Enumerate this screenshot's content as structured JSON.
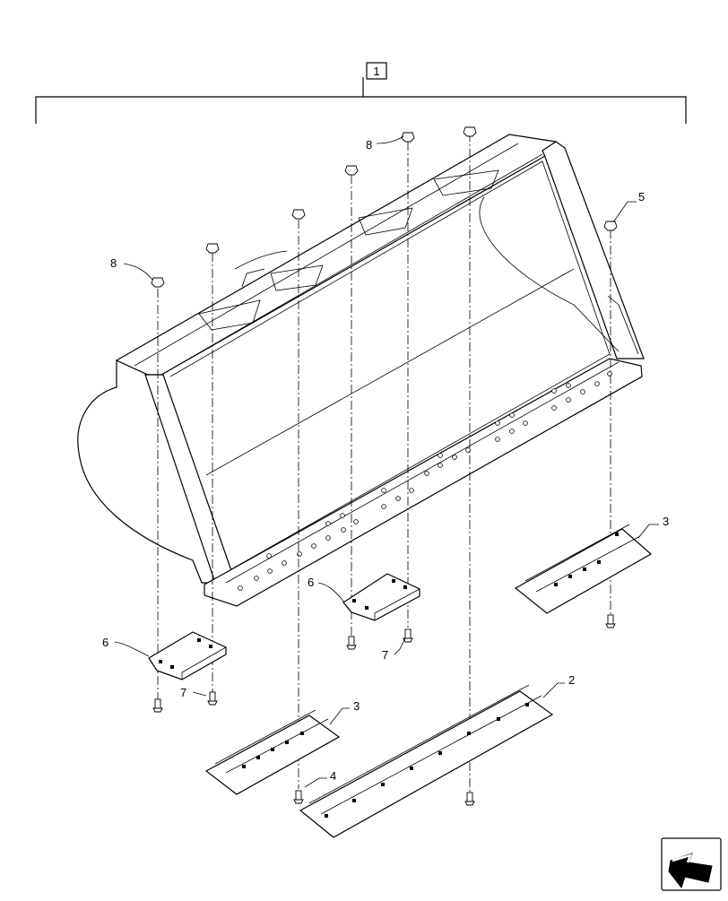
{
  "callouts": [
    {
      "id": "assembly",
      "label": "1"
    },
    {
      "id": "cutting-edge-center",
      "label": "2"
    },
    {
      "id": "cutting-edge-left",
      "label": "3"
    },
    {
      "id": "cutting-edge-right",
      "label": "3"
    },
    {
      "id": "bolt-plow",
      "label": "4"
    },
    {
      "id": "nut-right",
      "label": "5"
    },
    {
      "id": "end-bit-left",
      "label": "6"
    },
    {
      "id": "end-bit-center",
      "label": "6"
    },
    {
      "id": "bolt-left",
      "label": "7"
    },
    {
      "id": "bolt-center",
      "label": "7"
    },
    {
      "id": "nut-left",
      "label": "8"
    },
    {
      "id": "nut-top",
      "label": "8"
    }
  ],
  "nav_icon": "next-page-arrow-icon"
}
